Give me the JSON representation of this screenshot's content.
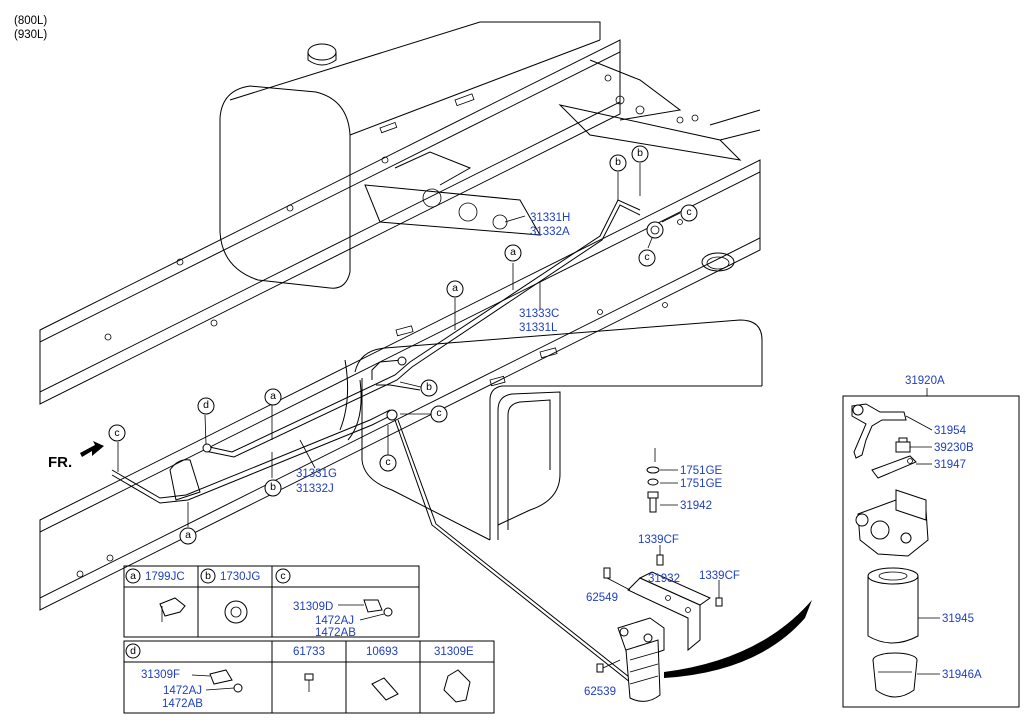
{
  "variants": [
    "(800L)",
    "(930L)"
  ],
  "front_label": "FR.",
  "main_labels": {
    "p31331H": "31331H",
    "p31332A": "31332A",
    "p31333C": "31333C",
    "p31331L": "31331L",
    "p31331G": "31331G",
    "p31332J": "31332J",
    "p1751GE_a": "1751GE",
    "p1751GE_b": "1751GE",
    "p31942": "31942",
    "p1339CF_a": "1339CF",
    "p1339CF_b": "1339CF",
    "p31932": "31932",
    "p62549": "62549",
    "p62539": "62539"
  },
  "callouts": [
    "a",
    "b",
    "c",
    "d"
  ],
  "filter_box": {
    "title": "31920A",
    "parts": [
      "31954",
      "39230B",
      "31947",
      "31945",
      "31946A"
    ]
  },
  "legend_table": {
    "row1": [
      {
        "key": "a",
        "part": "1799JC"
      },
      {
        "key": "b",
        "part": "1730JG"
      },
      {
        "key": "c",
        "part": ""
      }
    ],
    "c_parts": [
      "31309D",
      "1472AJ",
      "1472AB"
    ],
    "row2": [
      {
        "key": "d",
        "part": ""
      },
      {
        "key": "",
        "part": "61733"
      },
      {
        "key": "",
        "part": "10693"
      },
      {
        "key": "",
        "part": "31309E"
      }
    ],
    "d_parts": [
      "31309F",
      "1472AJ",
      "1472AB"
    ]
  }
}
